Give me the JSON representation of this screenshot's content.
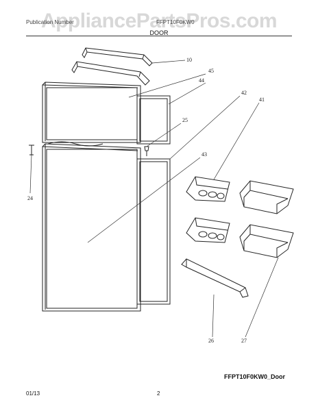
{
  "watermark": "AppliancePartsPros.com",
  "header": {
    "left": "Publication Number",
    "right": "FFPT10F0KW0",
    "section_title": "DOOR"
  },
  "callouts": {
    "c10": "10",
    "c45": "45",
    "c44": "44",
    "c42": "42",
    "c41": "41",
    "c25": "25",
    "c43": "43",
    "c24": "24",
    "c26": "26",
    "c27": "27"
  },
  "model_label": "FFPT10F0KW0_Door",
  "footer": {
    "date": "01/13",
    "page": "2"
  }
}
